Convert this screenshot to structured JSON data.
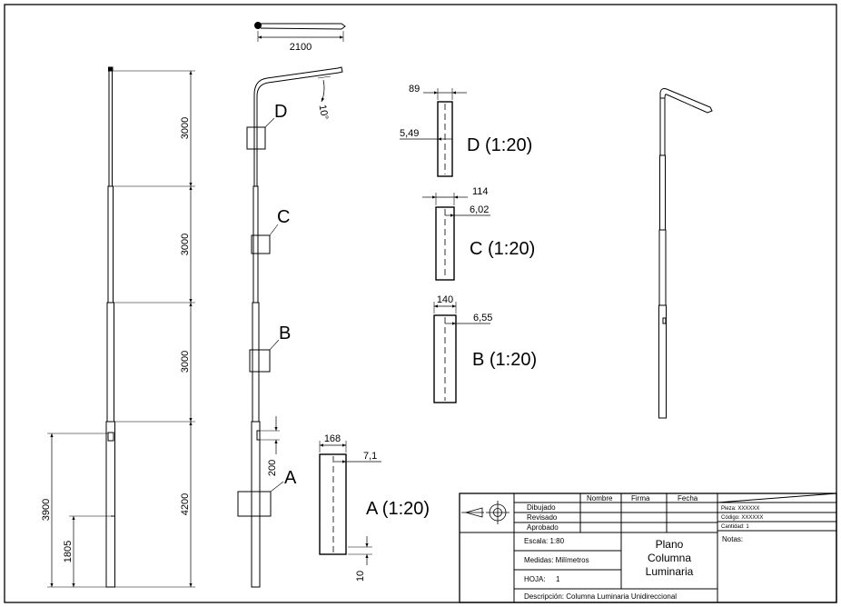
{
  "colors": {
    "line": "#000000",
    "paper": "#ffffff"
  },
  "elevation": {
    "segment_dims": [
      "3000",
      "3000",
      "3000",
      "4200"
    ],
    "total_height_dim": "3900",
    "door_height_dim": "1805"
  },
  "side": {
    "arm_length": "2100",
    "arm_angle": "10°",
    "section_labels": [
      "D",
      "C",
      "B",
      "A"
    ],
    "door_dim": "200"
  },
  "sections": {
    "A": {
      "outer": "168",
      "thickness": "7,1",
      "base": "10",
      "title": "A (1:20)"
    },
    "B": {
      "outer": "140",
      "thickness": "6,55",
      "title": "B (1:20)"
    },
    "C": {
      "outer": "114",
      "thickness": "6,02",
      "title": "C (1:20)"
    },
    "D": {
      "outer": "89",
      "thickness": "5,49",
      "title": "D (1:20)"
    }
  },
  "title_block": {
    "headers": [
      "Nombre",
      "Firma",
      "Fecha"
    ],
    "roles": [
      "Dibujado",
      "Revisado",
      "Aprobado"
    ],
    "scale": "Escala: 1:80",
    "units": "Medidas: Milímetros",
    "sheet_label": "HOJA:",
    "sheet_number": "1",
    "description": "Descripción: Columna Luminaria Unidireccional",
    "plan_title": [
      "Plano",
      "Columna",
      "Luminaria"
    ],
    "piece": "Pieza: XXXXXX",
    "code": "Código: XXXXXX",
    "quantity": "Cantidad: 1",
    "notes": "Notas:"
  }
}
